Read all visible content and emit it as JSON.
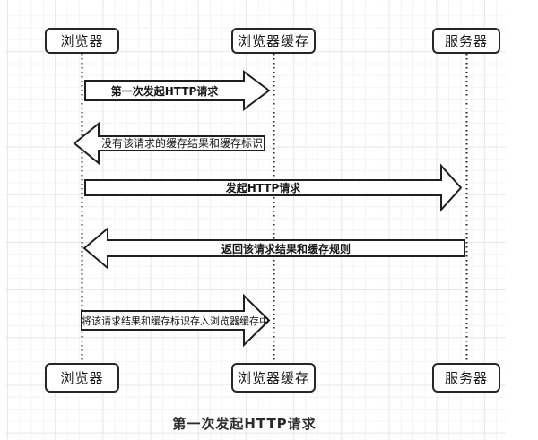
{
  "caption": "第一次发起HTTP请求",
  "colors": {
    "stroke": "#1f1f1f",
    "shape_fill": "#ffffff",
    "grid_minor": "#f4f4f4",
    "grid_major": "#e7e7e7",
    "background": "#ffffff"
  },
  "actors": {
    "top": [
      {
        "label": "浏览器"
      },
      {
        "label": "浏览器缓存"
      },
      {
        "label": "服务器"
      }
    ],
    "bottom": [
      {
        "label": "浏览器"
      },
      {
        "label": "浏览器缓存"
      },
      {
        "label": "服务器"
      }
    ]
  },
  "messages": [
    {
      "label": "第一次发起HTTP请求",
      "from": "browser",
      "to": "browser-cache",
      "direction": "right"
    },
    {
      "label": "没有该请求的缓存结果和缓存标识",
      "from": "browser-cache",
      "to": "browser",
      "direction": "left"
    },
    {
      "label": "发起HTTP请求",
      "from": "browser",
      "to": "server",
      "direction": "right"
    },
    {
      "label": "返回该请求结果和缓存规则",
      "from": "server",
      "to": "browser",
      "direction": "left"
    },
    {
      "label": "将该请求结果和缓存标识存入浏览器缓存中",
      "from": "browser",
      "to": "browser-cache",
      "direction": "right"
    }
  ]
}
